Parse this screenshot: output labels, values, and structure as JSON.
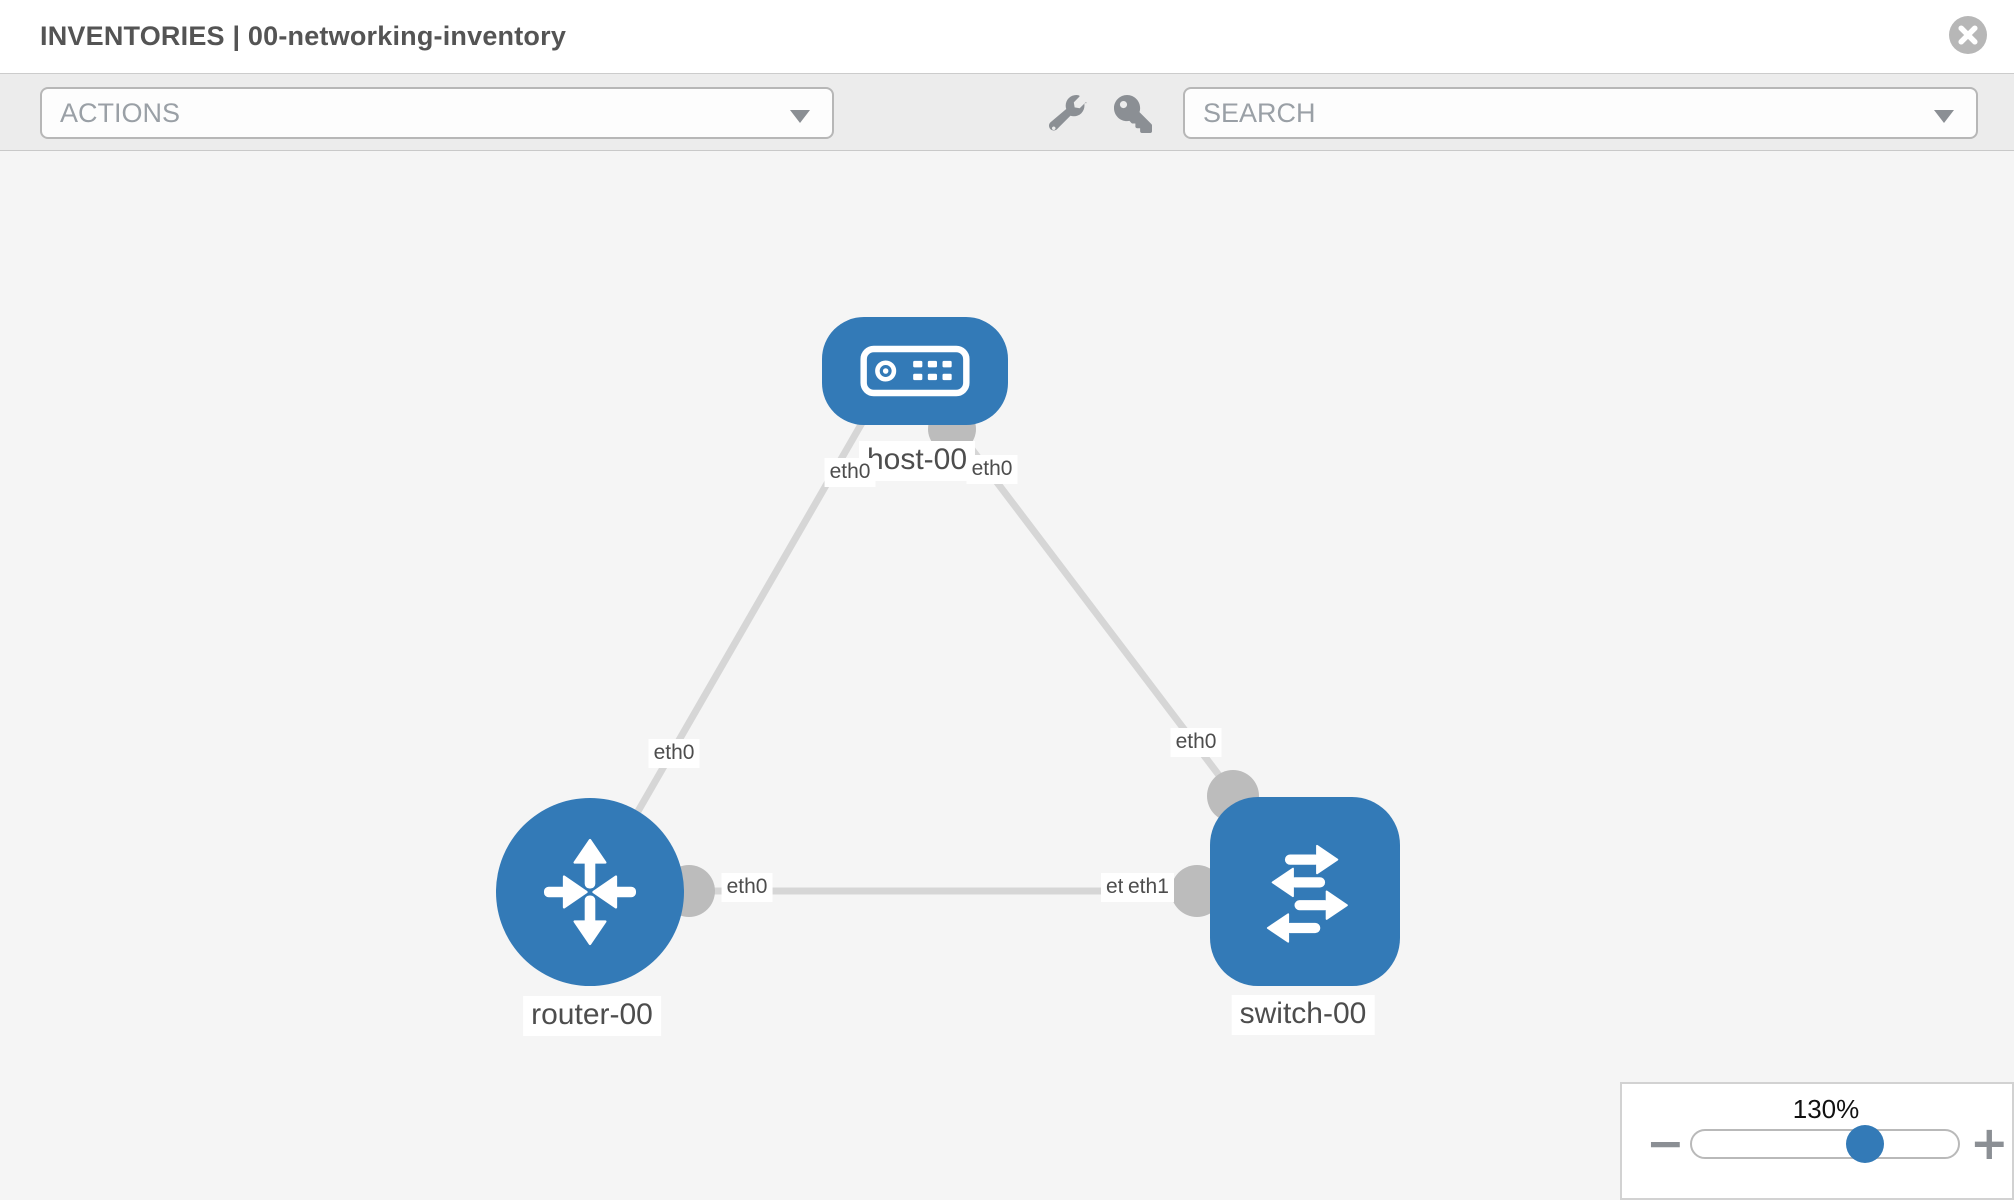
{
  "window": {
    "title": "INVENTORIES | 00-networking-inventory"
  },
  "toolbar": {
    "actions_placeholder": "ACTIONS",
    "search_placeholder": "SEARCH"
  },
  "topology": {
    "nodes": [
      {
        "id": "host-00",
        "label": "host-00",
        "type": "host",
        "icon": "server-icon"
      },
      {
        "id": "router-00",
        "label": "router-00",
        "type": "router",
        "icon": "router-arrows-icon"
      },
      {
        "id": "switch-00",
        "label": "switch-00",
        "type": "switch",
        "icon": "switch-arrows-icon"
      }
    ],
    "links": [
      {
        "source": "host-00",
        "source_interface": "eth0",
        "target": "router-00",
        "target_interface": "eth0"
      },
      {
        "source": "host-00",
        "source_interface": "eth0",
        "target": "switch-00",
        "target_interface": "eth0"
      },
      {
        "source": "router-00",
        "source_interface": "eth0",
        "target": "switch-00",
        "target_interface": "eth1",
        "target_interface_occluded": "eth0"
      }
    ]
  },
  "zoom_control": {
    "level": "130%",
    "percent": 130,
    "minus_label": "−",
    "plus_label": "+"
  },
  "icons": {
    "close": "circle-x-icon",
    "configure": "wrench-icon",
    "credentials": "key-icon",
    "dropdown": "chevron-down-icon",
    "host": "server-icon",
    "router": "router-arrows-icon",
    "switch": "switch-arrows-icon"
  },
  "colors": {
    "node_blue": "#337ab7",
    "link_gray": "#d6d6d6",
    "interface_gray": "#bcbcbc",
    "canvas_bg": "#f5f5f5",
    "toolbar_bg": "#ececec",
    "label_text": "#4d4d4d",
    "muted_text": "#9aa0a6",
    "icon_gray": "#8b8f94"
  }
}
